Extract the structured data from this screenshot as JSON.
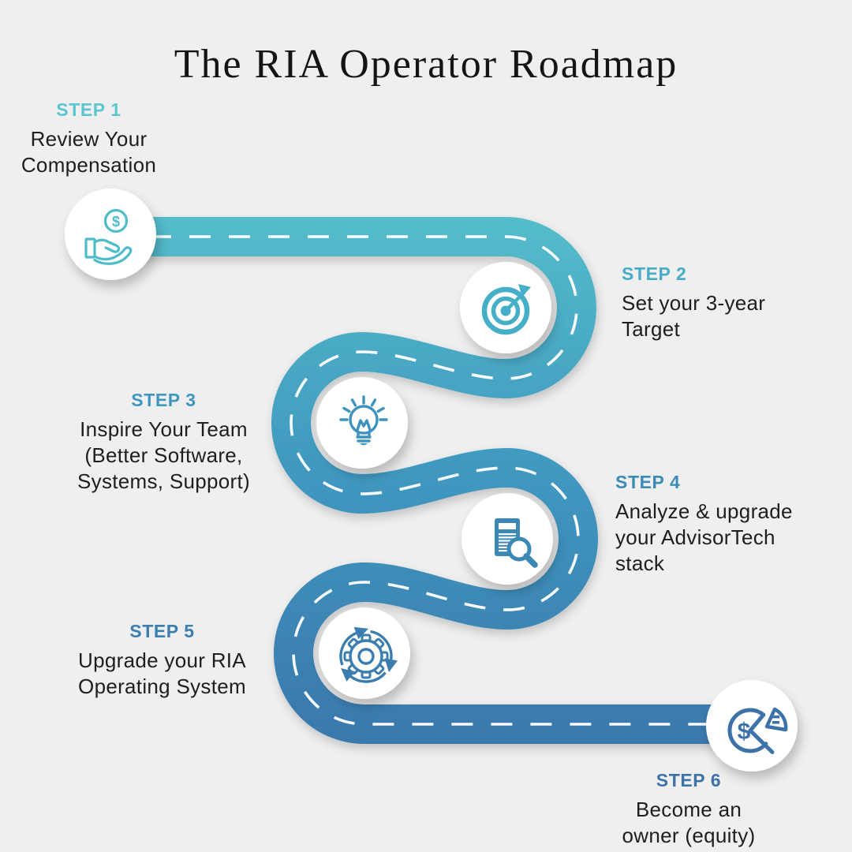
{
  "title": "The RIA Operator Roadmap",
  "background_color": "#EFEFEF",
  "road": {
    "gradient_top_color": "#55BECB",
    "gradient_bottom_color": "#3A76AB",
    "center_dash_color": "#FFFFFF",
    "milestone_circle_color": "#FFFFFF"
  },
  "steps": [
    {
      "label": "STEP 1",
      "lines": [
        "Review Your",
        "Compensation"
      ],
      "icon": "hand-coin-icon",
      "accent": "#5BC6D0",
      "icon_color": "#4FBCC9"
    },
    {
      "label": "STEP 2",
      "lines": [
        "Set your 3-year",
        "Target"
      ],
      "icon": "target-arrow-icon",
      "accent": "#47ADC6",
      "icon_color": "#45AFC8"
    },
    {
      "label": "STEP 3",
      "lines": [
        "Inspire Your Team",
        "(Better Software,",
        "Systems, Support)"
      ],
      "icon": "lightbulb-icon",
      "accent": "#3F97BF",
      "icon_color": "#3E93BE"
    },
    {
      "label": "STEP 4",
      "lines": [
        "Analyze & upgrade",
        "your AdvisorTech",
        "stack"
      ],
      "icon": "document-magnifier-icon",
      "accent": "#3C8AB6",
      "icon_color": "#3C88B5"
    },
    {
      "label": "STEP 5",
      "lines": [
        "Upgrade your RIA",
        "Operating System"
      ],
      "icon": "gear-sync-icon",
      "accent": "#3B7EAF",
      "icon_color": "#3B7DAF"
    },
    {
      "label": "STEP 6",
      "lines": [
        "Become an",
        "owner (equity)"
      ],
      "icon": "pie-chart-dollar-icon",
      "accent": "#3D73A9",
      "icon_color": "#3D72A9"
    }
  ]
}
